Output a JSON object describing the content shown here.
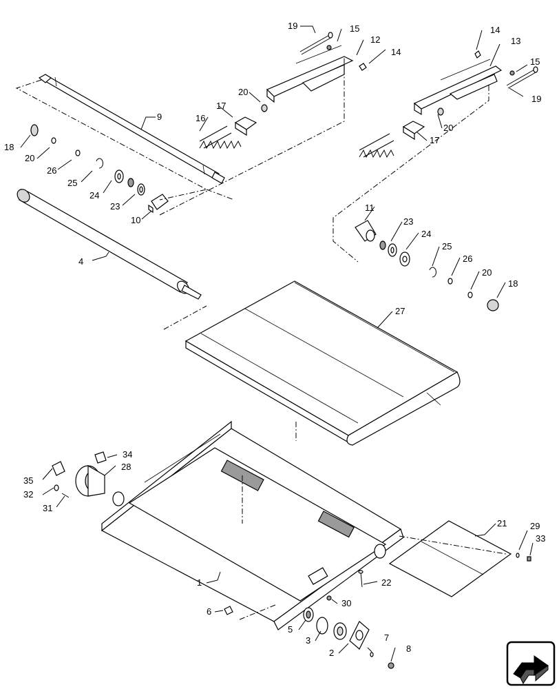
{
  "callouts": {
    "c19a": "19",
    "c15a": "15",
    "c12": "12",
    "c14a": "14",
    "c14b": "14",
    "c13": "13",
    "c15b": "15",
    "c19b": "19",
    "c9": "9",
    "c20a": "20",
    "c17a": "17",
    "c16": "16",
    "c18a": "18",
    "c20b": "20",
    "c26a": "26",
    "c25a": "25",
    "c24a": "24",
    "c23a": "23",
    "c10": "10",
    "c20c": "20",
    "c17b": "17",
    "c11": "11",
    "c23b": "23",
    "c24b": "24",
    "c25b": "25",
    "c26b": "26",
    "c20d": "20",
    "c18b": "18",
    "c4": "4",
    "c27": "27",
    "c34": "34",
    "c28": "28",
    "c35": "35",
    "c32": "32",
    "c31": "31",
    "c21": "21",
    "c29": "29",
    "c33": "33",
    "c1": "1",
    "c22": "22",
    "c6": "6",
    "c30": "30",
    "c5": "5",
    "c3": "3",
    "c2": "2",
    "c7": "7",
    "c8": "8"
  },
  "icons": {
    "corner": "next-page-arrow-icon"
  }
}
